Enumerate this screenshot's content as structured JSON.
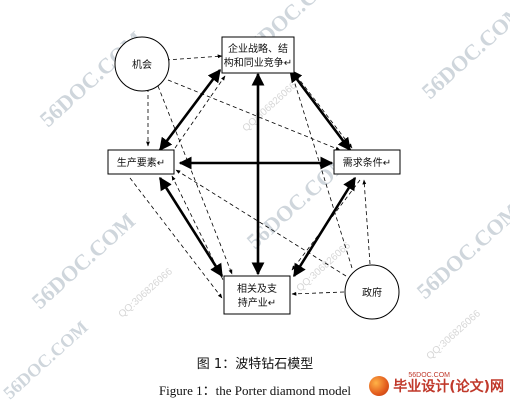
{
  "nodes": {
    "chance": {
      "label": "机会"
    },
    "strategy": {
      "line1": "企业战略、结",
      "line2": "构和同业竞争↵"
    },
    "factor": {
      "label": "生产要素↵"
    },
    "demand": {
      "label": "需求条件↵"
    },
    "related": {
      "line1": "相关及支",
      "line2": "持产业↵"
    },
    "government": {
      "label": "政府"
    }
  },
  "captions": {
    "cn": "图 1：波特钻石模型",
    "en": "Figure 1：the Porter diamond model"
  },
  "watermarks": {
    "site": "56DOC.COM",
    "qq": "QQ:306826066"
  },
  "brand": {
    "small": "56DOC.COM",
    "text": "毕业设计(论文)网"
  },
  "colors": {
    "line": "#000000",
    "watermark": "#cfd6dc",
    "brand": "#c0392b"
  }
}
